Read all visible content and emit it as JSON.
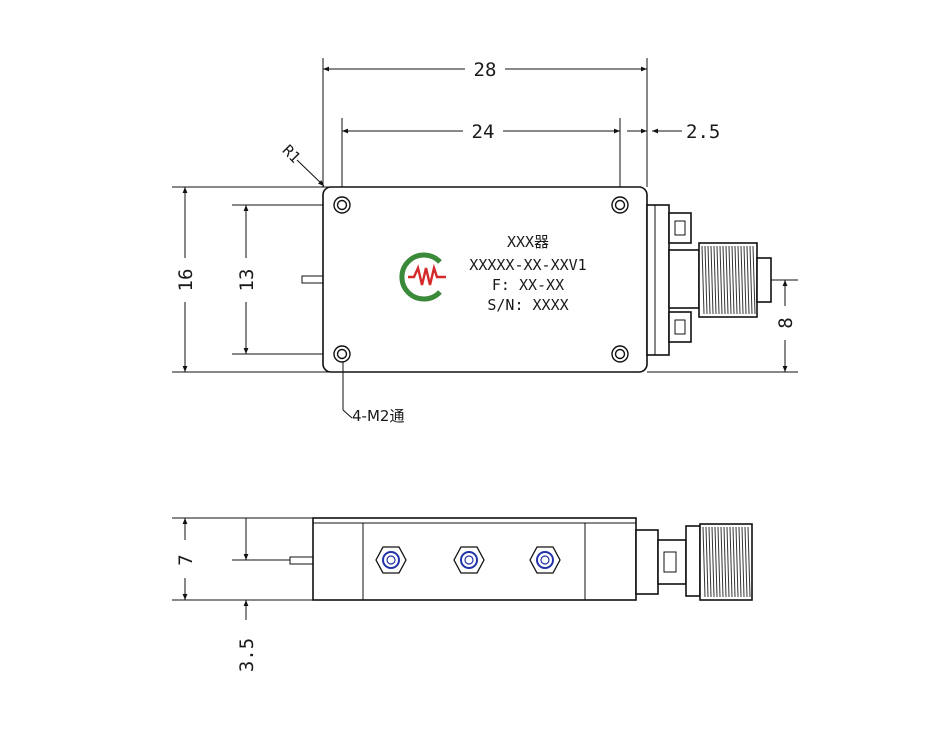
{
  "dimensions": {
    "overall_width": "28",
    "hole_spacing_x": "24",
    "connector_offset": "2.5",
    "overall_height": "16",
    "hole_spacing_y": "13",
    "corner_radius": "R1",
    "connector_height": "8",
    "side_thickness": "7",
    "pin_height": "3.5"
  },
  "callouts": {
    "mounting_holes": "4-M2通"
  },
  "label": {
    "name": "XXX器",
    "model": "XXXXX-XX-XXV1",
    "frequency": "F: XX-XX",
    "serial": "S/N: XXXX"
  },
  "colors": {
    "line": "#111111",
    "logo_green": "#3a8a3a",
    "logo_red": "#d42a2a",
    "screw_blue": "#2233aa"
  },
  "icons": {
    "logo": "company-logo-icon",
    "connector": "sma-connector-icon"
  }
}
